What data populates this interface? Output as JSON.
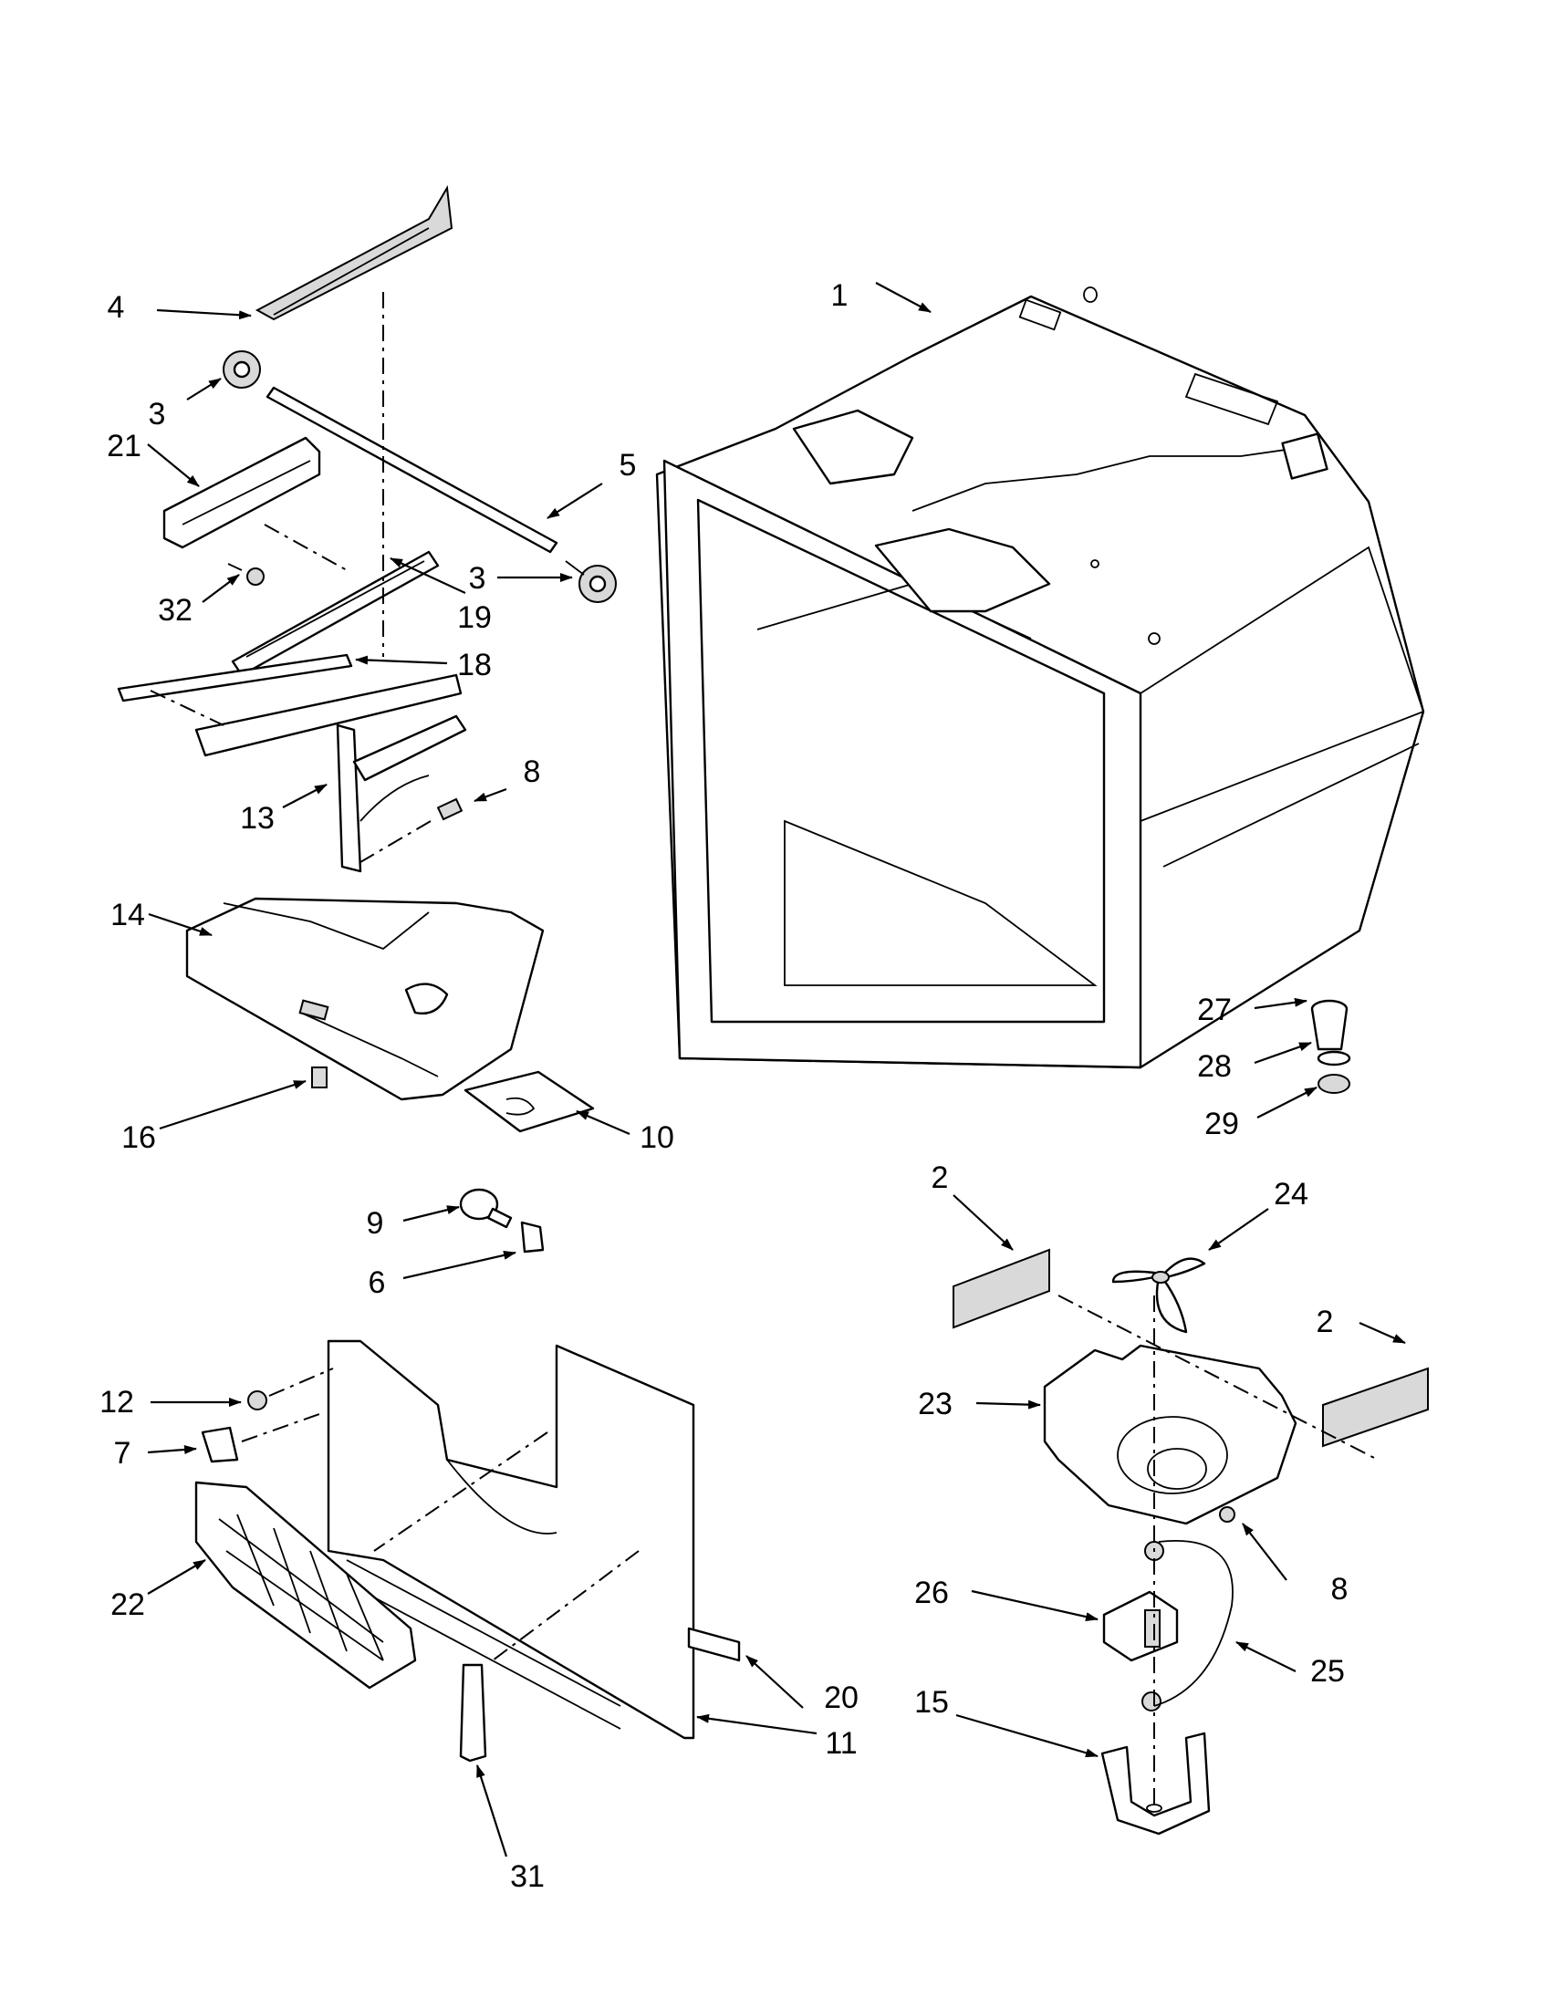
{
  "diagram": {
    "callouts": [
      "1",
      "2",
      "2",
      "3",
      "3",
      "4",
      "5",
      "6",
      "7",
      "8",
      "8",
      "9",
      "10",
      "11",
      "12",
      "13",
      "14",
      "15",
      "16",
      "18",
      "19",
      "20",
      "21",
      "22",
      "23",
      "24",
      "25",
      "26",
      "27",
      "28",
      "29",
      "31",
      "32"
    ]
  }
}
